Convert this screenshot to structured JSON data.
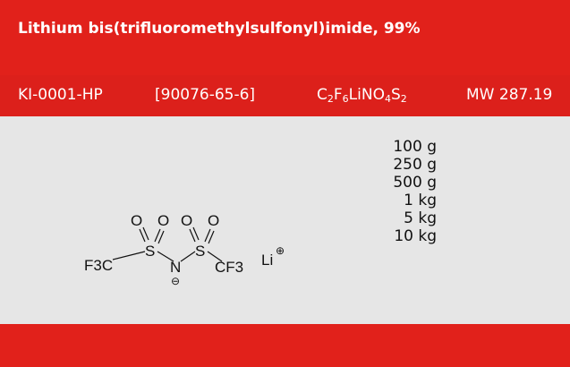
{
  "product": {
    "title": "Lithium bis(trifluoromethylsulfonyl)imide, 99%",
    "catalog_number": "KI-0001-HP",
    "cas_number": "[90076-65-6]",
    "formula_parts": [
      {
        "t": "C",
        "sub": "2"
      },
      {
        "t": "F",
        "sub": "6"
      },
      {
        "t": "LiNO",
        "sub": "4"
      },
      {
        "t": "S",
        "sub": "2"
      }
    ],
    "molecular_weight": "MW 287.19"
  },
  "pack_sizes": [
    "100 g",
    "250 g",
    "500 g",
    "1 kg",
    "5 kg",
    "10 kg"
  ],
  "structure": {
    "labels": [
      "O",
      "O",
      "O",
      "O",
      "F3C",
      "S",
      "N",
      "S",
      "CF3",
      "Li",
      "⊖",
      "⊕"
    ]
  },
  "colors": {
    "accent": "#e1211b",
    "panel": "#e6e6e6"
  }
}
